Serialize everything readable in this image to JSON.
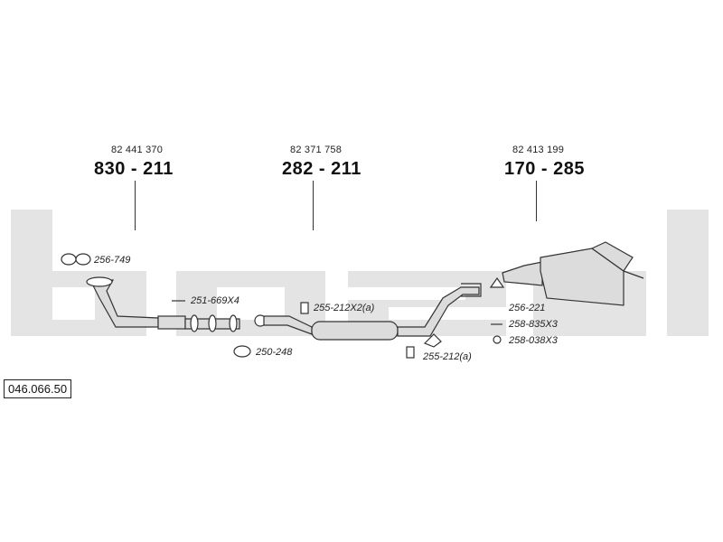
{
  "logo": {
    "text": "bosal",
    "color": "#e4e4e4"
  },
  "diagram_code": "046.066.50",
  "assemblies": [
    {
      "oe_number": "82 441 370",
      "part_number": "830 - 211"
    },
    {
      "oe_number": "82 371 758",
      "part_number": "282 - 211"
    },
    {
      "oe_number": "82 413 199",
      "part_number": "170 - 285"
    }
  ],
  "fittings": [
    {
      "code": "256-749",
      "icon": "gasket-icon"
    },
    {
      "code": "251-669X4",
      "icon": "bolt-icon"
    },
    {
      "code": "250-248",
      "icon": "clamp-icon"
    },
    {
      "code": "255-212X2(a)",
      "icon": "hanger-icon"
    },
    {
      "code": "255-212(a)",
      "icon": "hanger-icon"
    },
    {
      "code": "256-221",
      "icon": "gasket-icon"
    },
    {
      "code": "258-835X3",
      "icon": "bolt-icon"
    },
    {
      "code": "258-038X3",
      "icon": "nut-icon"
    }
  ],
  "colors": {
    "line": "#333333",
    "pipe_fill": "#dcdcdc",
    "logo": "#e4e4e4"
  }
}
